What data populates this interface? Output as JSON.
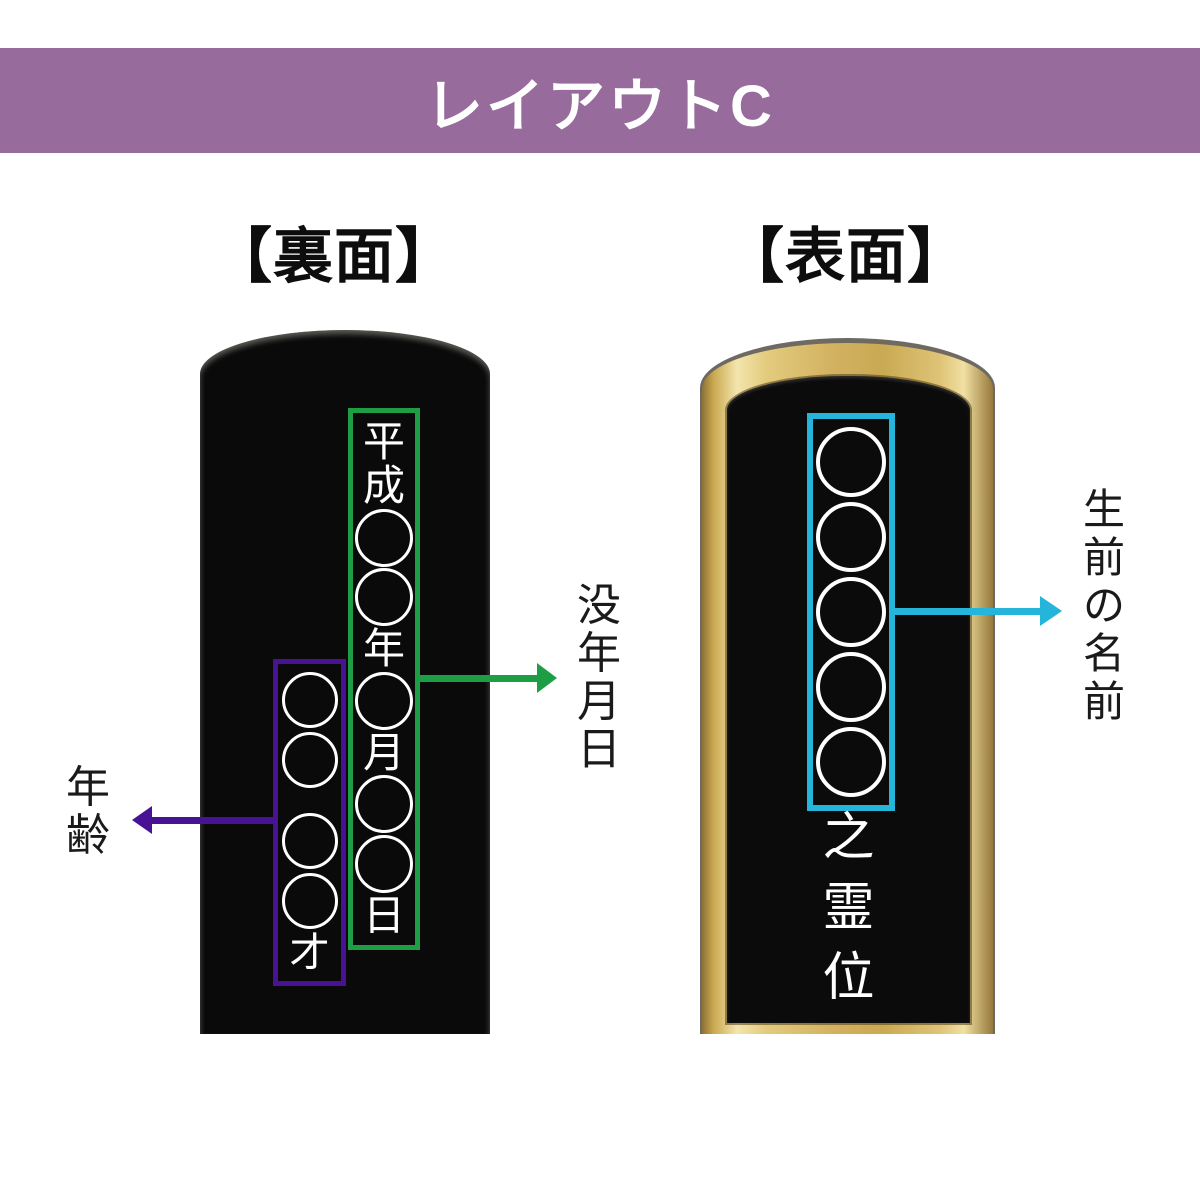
{
  "header": {
    "title": "レイアウトC",
    "background_color": "#976b9b"
  },
  "back_section": {
    "label": "【裏面】",
    "date_box": {
      "placeholder_text": "平成◯◯年◯月◯◯日",
      "outline_color": "#1d9e45"
    },
    "age_box": {
      "placeholder_text": "◯◯　◯◯才",
      "outline_color": "#471394"
    },
    "annotations": {
      "death_date": {
        "text": "没年月日",
        "arrow_color": "#1d9e45"
      },
      "age": {
        "text": "年齢",
        "arrow_color": "#471394"
      }
    }
  },
  "front_section": {
    "label": "【表面】",
    "name_box": {
      "placeholder_text": "◯◯◯◯◯",
      "outline_color": "#26b5da"
    },
    "suffix_text": "之霊位",
    "annotations": {
      "name": {
        "text": "生前の名前",
        "arrow_color": "#26b5da"
      }
    }
  },
  "colors": {
    "tablet_black": "#0b0b0b",
    "gold_frame": "#d2b260",
    "page_background": "#ffffff",
    "text_white": "#ffffff",
    "annotation_text": "#1a1a1a"
  }
}
